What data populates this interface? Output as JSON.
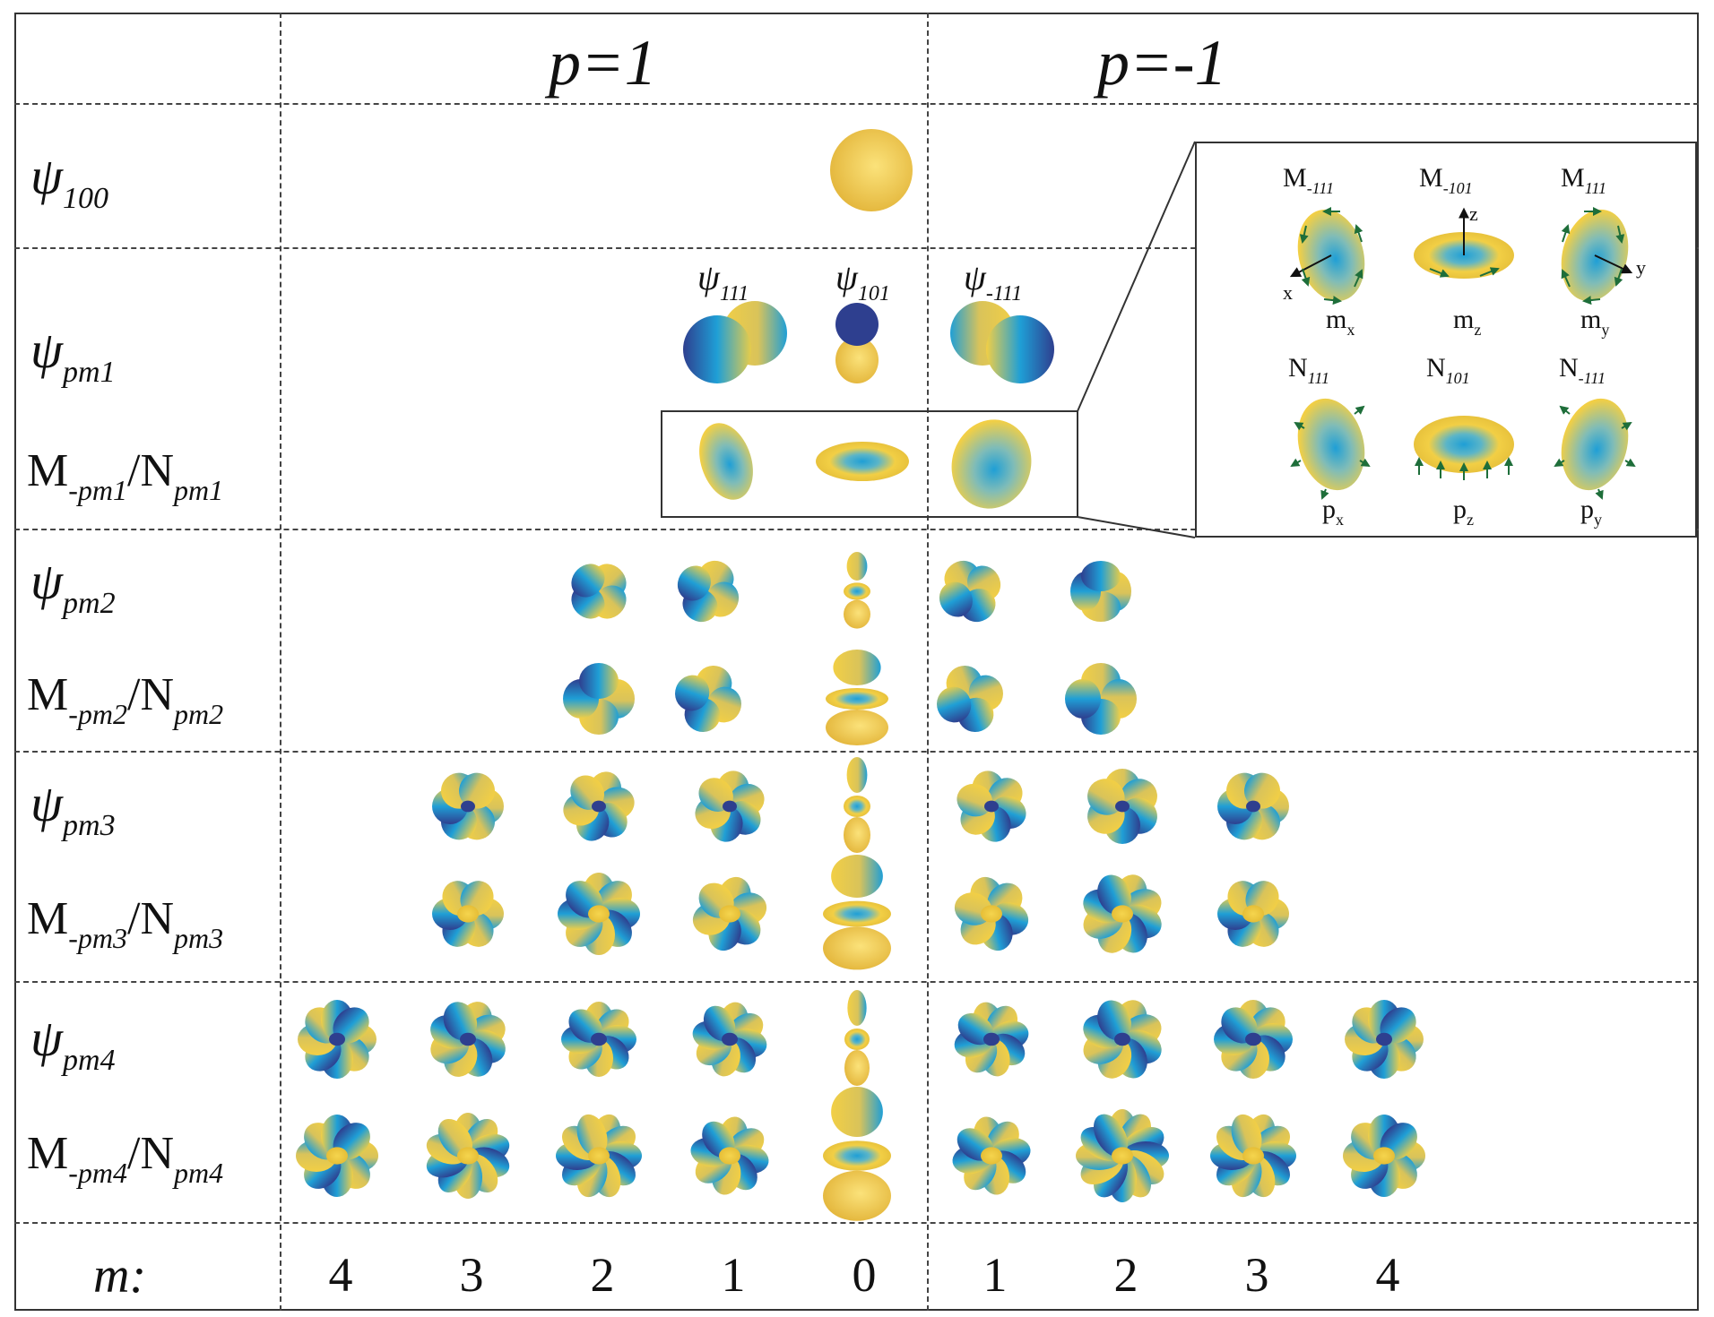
{
  "header": {
    "p_pos": "p=1",
    "p_neg": "p=-1"
  },
  "rows": {
    "psi100": {
      "sym": "ψ",
      "sub": "100"
    },
    "psi1": {
      "sym": "ψ",
      "sub": "pm1"
    },
    "mn1": {
      "a": "M",
      "asub": "-pm1",
      "b": "/N",
      "bsub": "pm1"
    },
    "psi2": {
      "sym": "ψ",
      "sub": "pm2"
    },
    "mn2": {
      "a": "M",
      "asub": "-pm2",
      "b": "/N",
      "bsub": "pm2"
    },
    "psi3": {
      "sym": "ψ",
      "sub": "pm3"
    },
    "mn3": {
      "a": "M",
      "asub": "-pm3",
      "b": "/N",
      "bsub": "pm3"
    },
    "psi4": {
      "sym": "ψ",
      "sub": "pm4"
    },
    "mn4": {
      "a": "M",
      "asub": "-pm4",
      "b": "/N",
      "bsub": "pm4"
    }
  },
  "orbital_labels": [
    {
      "sym": "ψ",
      "sub": "111"
    },
    {
      "sym": "ψ",
      "sub": "101"
    },
    {
      "sym": "ψ",
      "sub": "-111"
    }
  ],
  "m_row": {
    "label": "m:",
    "values": [
      "4",
      "3",
      "2",
      "1",
      "0",
      "1",
      "2",
      "3",
      "4"
    ]
  },
  "inset": {
    "top_labels": [
      {
        "a": "M",
        "sub": "-111"
      },
      {
        "a": "M",
        "sub": "-101"
      },
      {
        "a": "M",
        "sub": "111"
      }
    ],
    "top_bottom": [
      {
        "a": "m",
        "sub": "x"
      },
      {
        "a": "m",
        "sub": "z"
      },
      {
        "a": "m",
        "sub": "y"
      }
    ],
    "bot_labels": [
      {
        "a": "N",
        "sub": "111"
      },
      {
        "a": "N",
        "sub": "101"
      },
      {
        "a": "N",
        "sub": "-111"
      }
    ],
    "bot_bottom": [
      {
        "a": "p",
        "sub": "x"
      },
      {
        "a": "p",
        "sub": "z"
      },
      {
        "a": "p",
        "sub": "y"
      }
    ],
    "axes": {
      "x": "x",
      "z": "z",
      "y": "y"
    }
  },
  "colors": {
    "yellow": "#f2cf45",
    "blue": "#1f9fd6",
    "navy": "#2e3f8f",
    "arrow": "#1e6e3a"
  }
}
